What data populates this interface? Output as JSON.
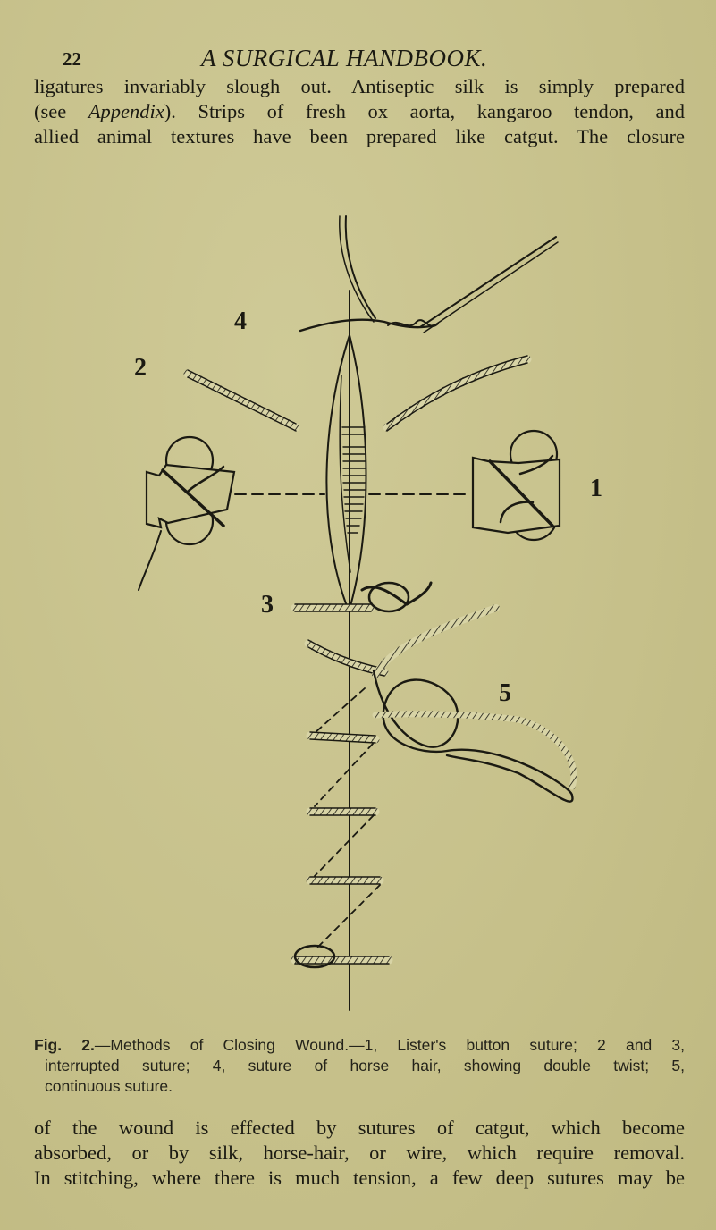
{
  "header": {
    "page_number": "22",
    "running_title": "A SURGICAL HANDBOOK."
  },
  "paragraph_top": {
    "lines": [
      "ligatures invariably slough out.  Antiseptic silk is simply prepared",
      "(see ",
      "Appendix",
      ").  Strips of fresh ox aorta, kangaroo tendon, and",
      "allied animal textures have been prepared like catgut.  The closure"
    ]
  },
  "figure": {
    "labels": {
      "one": "1",
      "two": "2",
      "three": "3",
      "four": "4",
      "five": "5"
    },
    "caption": {
      "fig_label": "Fig. 2.",
      "line1_rest": "—Methods of Closing Wound.—1, Lister's button suture; 2 and 3,",
      "line2": "interrupted suture; 4, suture of horse hair, showing double twist; 5,",
      "line3": "continuous suture."
    }
  },
  "paragraph_bottom": {
    "lines": [
      "of the wound is effected by sutures of catgut, which become",
      "absorbed, or by silk, horse-hair, or wire, which require removal.",
      "In stitching, where there is much tension, a few deep sutures may be"
    ]
  },
  "colors": {
    "paper": "#c9c48f",
    "ink": "#1b1a12"
  }
}
